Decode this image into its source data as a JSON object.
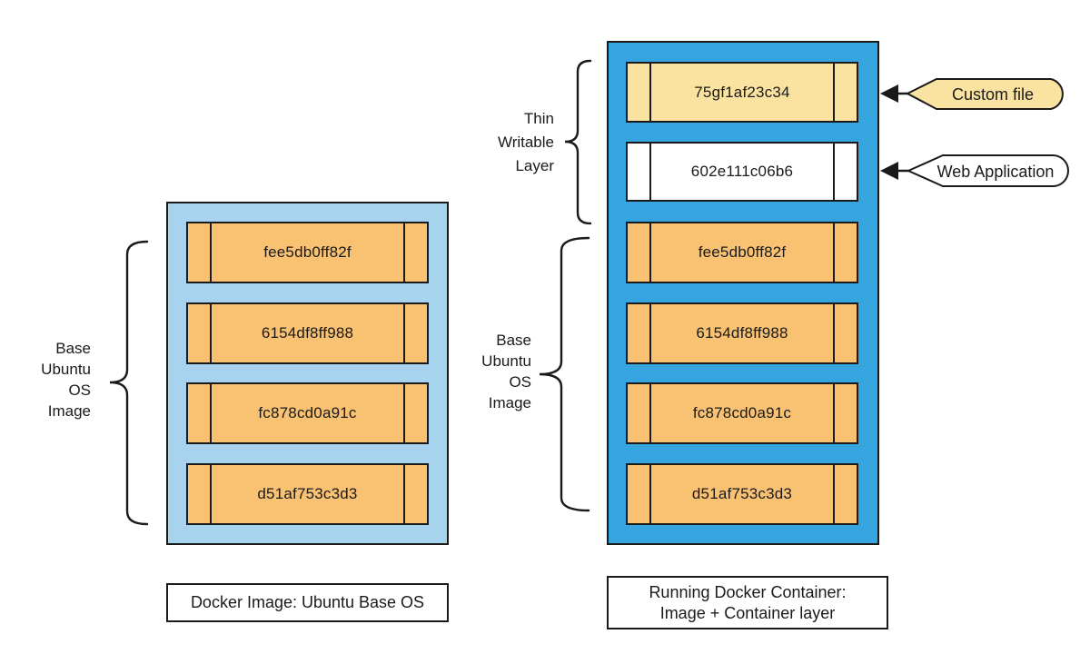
{
  "left_diagram": {
    "layers": [
      "fee5db0ff82f",
      "6154df8ff988",
      "fc878cd0a91c",
      "d51af753c3d3"
    ],
    "brace_label": {
      "line1": "Base",
      "line2": "Ubuntu",
      "line3": "OS",
      "line4": "Image"
    },
    "caption": "Docker Image: Ubuntu Base OS"
  },
  "right_diagram": {
    "writable_layers": {
      "custom": "75gf1af23c34",
      "web": "602e111c06b6"
    },
    "base_layers": [
      "fee5db0ff82f",
      "6154df8ff988",
      "fc878cd0a91c",
      "d51af753c3d3"
    ],
    "thin_writable_label": {
      "line1": "Thin",
      "line2": "Writable",
      "line3": "Layer"
    },
    "base_brace_label": {
      "line1": "Base",
      "line2": "Ubuntu",
      "line3": "OS",
      "line4": "Image"
    },
    "caption": {
      "line1": "Running Docker Container:",
      "line2": "Image + Container layer"
    },
    "callouts": {
      "custom_file": "Custom file",
      "web_application": "Web Application"
    }
  },
  "colors": {
    "light_blue": "#a7d3ee",
    "blue": "#36a4de",
    "orange": "#f9c172",
    "cream": "#fae3a1",
    "white": "#ffffff",
    "ink": "#1a1a1a"
  }
}
